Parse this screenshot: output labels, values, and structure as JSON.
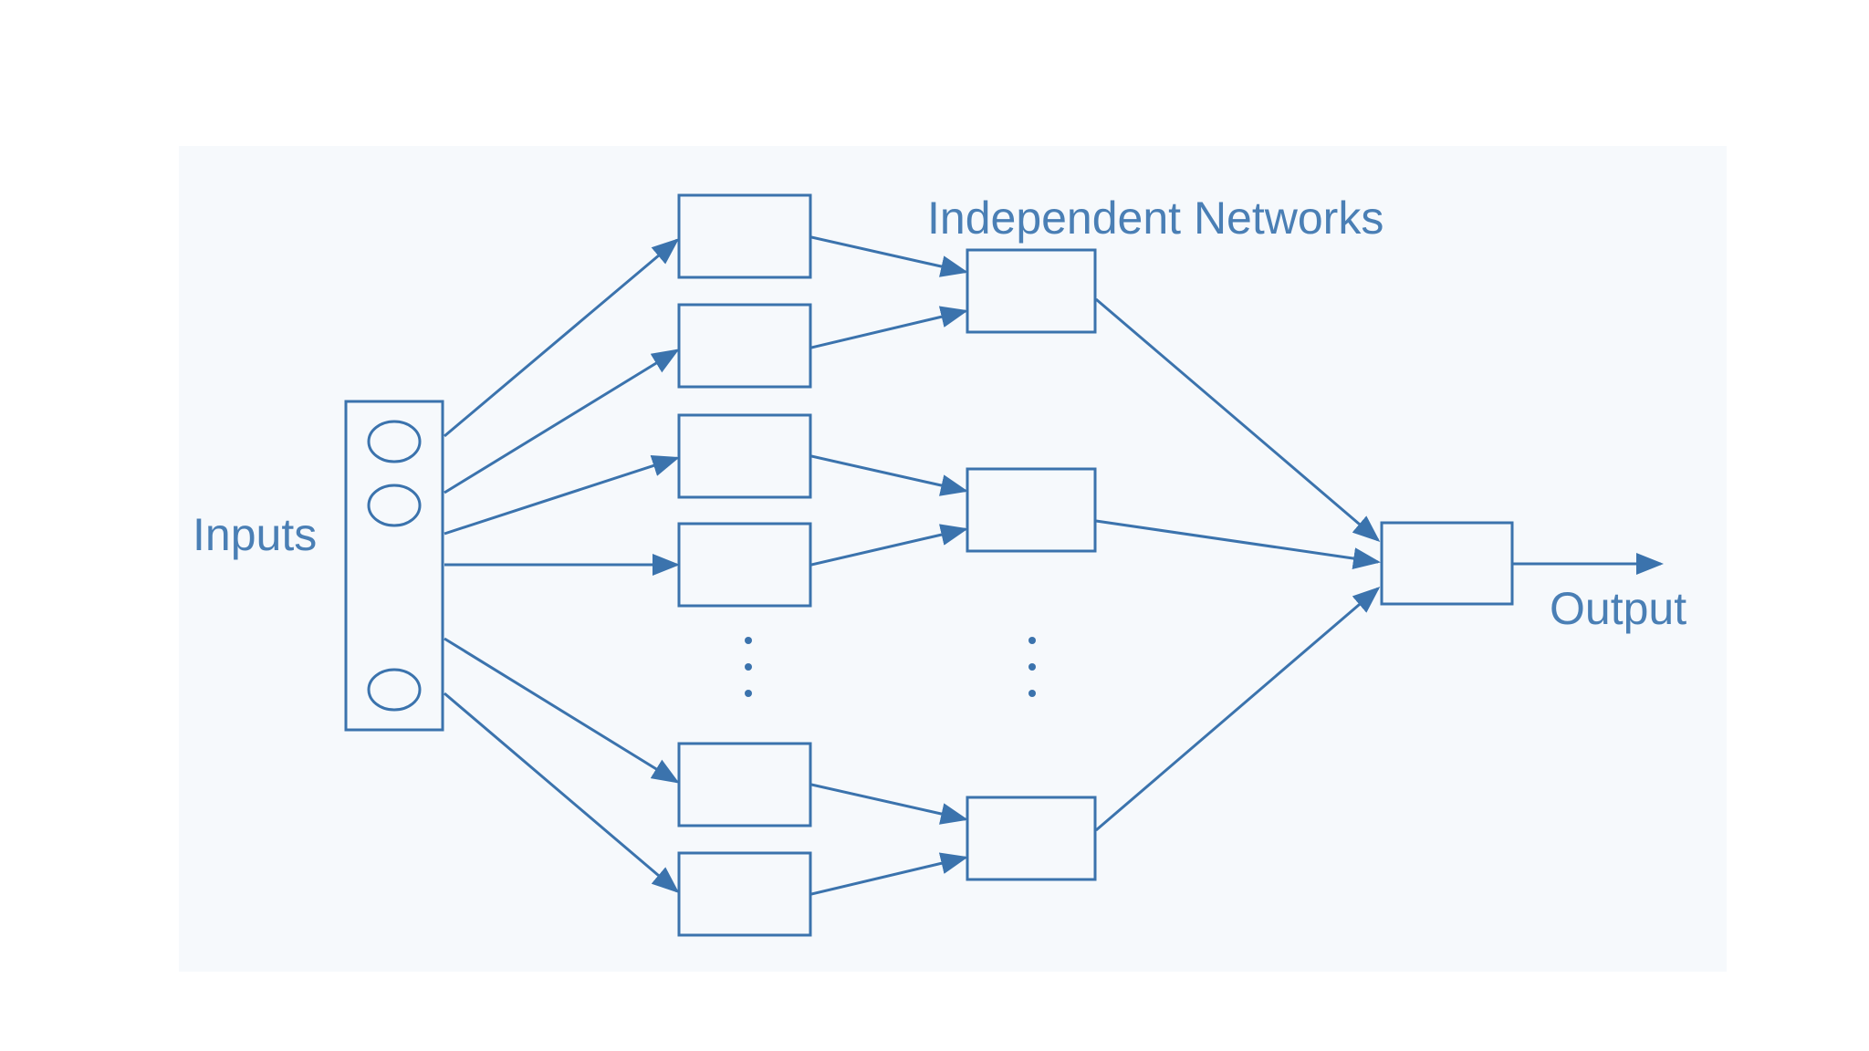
{
  "labels": {
    "inputs": "Inputs",
    "independent_networks": "Independent Networks",
    "output": "Output"
  },
  "colors": {
    "page_background": "#ffffff",
    "panel_background": "#f6f9fc",
    "stroke": "#3b73ad",
    "text": "#4a7fb5"
  }
}
